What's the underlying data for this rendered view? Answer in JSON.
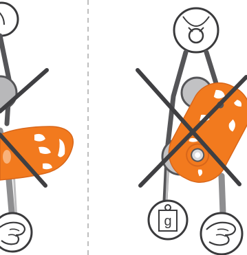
{
  "panels": [
    {
      "id": "left",
      "crossed_out": true
    },
    {
      "id": "right",
      "crossed_out": true
    }
  ],
  "weight": {
    "label": "g"
  },
  "icons": {
    "divider": "dashed-divider",
    "anchor": "carabiner-anchor-icon",
    "hand": "gripping-hand-icon",
    "weight": "weight-icon",
    "cross": "prohibited-cross-icon"
  },
  "colors": {
    "pulley_orange": "#f27a1e",
    "rope_gray": "#8e8e90",
    "rope_dark": "#555558",
    "cross": "#3f3f42",
    "outline": "#3a3a3c",
    "divider": "#9a9a9a"
  }
}
